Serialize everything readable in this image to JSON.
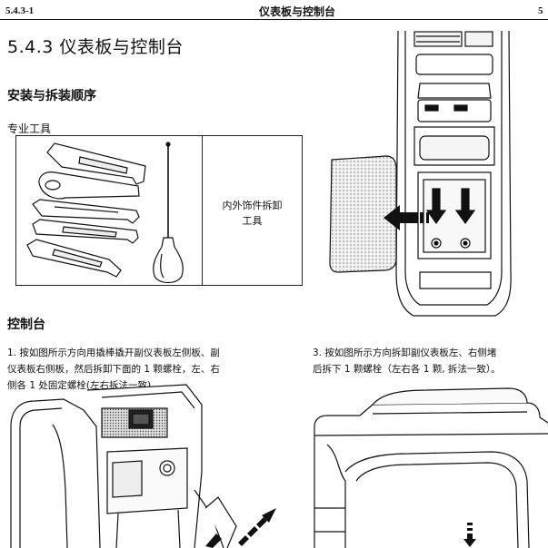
{
  "header": {
    "section_code": "5.4.3-1",
    "title": "仪表板与控制台",
    "page_fragment": "5"
  },
  "section": {
    "heading": "5.4.3  仪表板与控制台",
    "subheading": "安装与拆装顺序",
    "tools_label": "专业工具",
    "tool_name_line1": "内外饰件拆卸",
    "tool_name_line2": "工具"
  },
  "console": {
    "heading": "控制台",
    "step1_line1": "1. 按如图所示方向用撬棒撬开副仪表板左侧板、副",
    "step1_line2": "仪表板右侧板，然后拆卸下面的 1 颗螺栓，左、右",
    "step1_line3": "侧各 1 处固定螺栓(左右拆法一致)。",
    "step3_line1": "3. 按如图所示方向拆卸副仪表板左、右侧堵",
    "step3_line2": "后拆下 1 颗螺栓（左右各 1 颗, 拆法一致）。"
  }
}
